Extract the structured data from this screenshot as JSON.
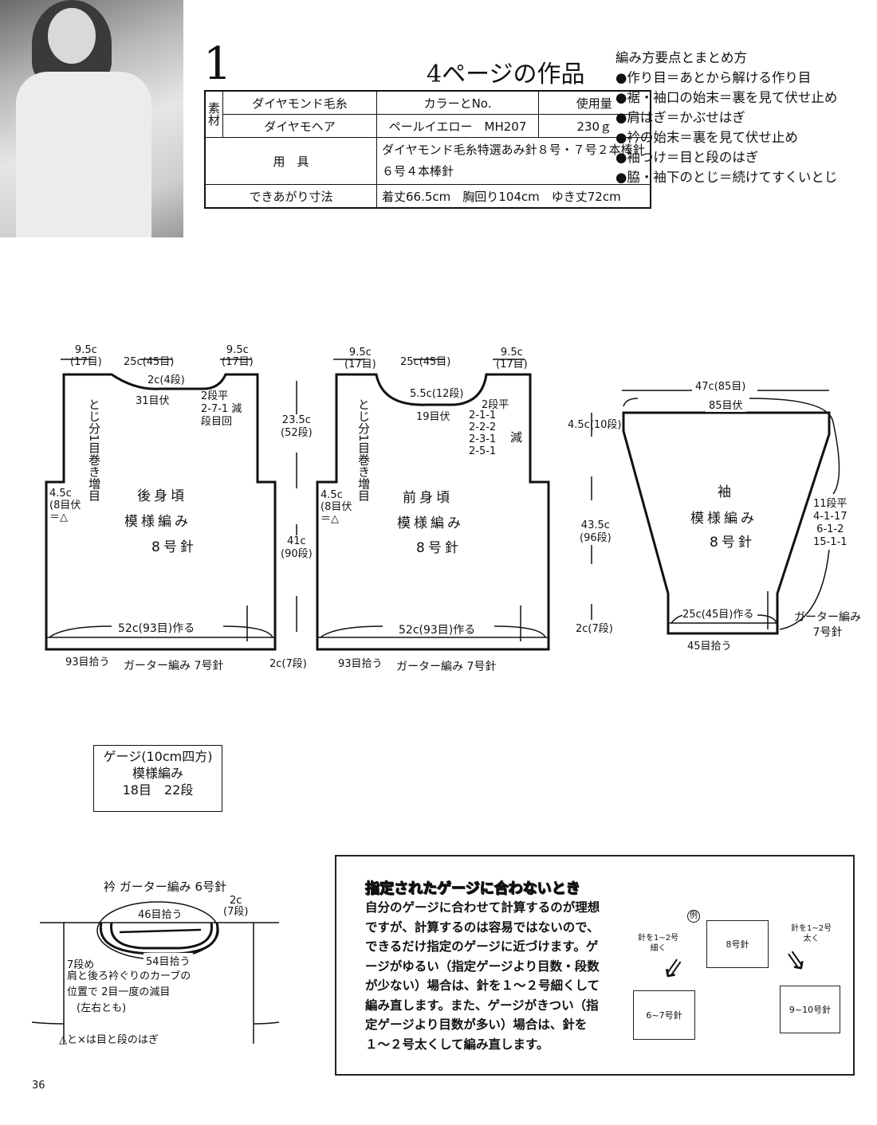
{
  "header": {
    "pattern_number": "1",
    "title": "4ページの作品"
  },
  "spec_table": {
    "material_label": "素材",
    "yarn_brand": "ダイヤモンド毛糸",
    "color_header": "カラーとNo.",
    "amount_header": "使用量",
    "yarn_name": "ダイヤモヘア",
    "color_value": "ペールイエロー　MH207",
    "amount_value": "230ｇ",
    "tools_label": "用　具",
    "tools_line1": "ダイヤモンド毛糸特選あみ針８号・７号２本棒針",
    "tools_line2": "６号４本棒針",
    "size_label": "できあがり寸法",
    "size_value": "着丈66.5cm　胸回り104cm　ゆき丈72cm"
  },
  "tips": {
    "heading": "編み方要点とまとめ方",
    "items": [
      "●作り目＝あとから解ける作り目",
      "●裾・袖口の始末＝裏を見て伏せ止め",
      "●肩はぎ＝かぶせはぎ",
      "●衿の始末＝裏を見て伏せ止め",
      "●袖つけ＝目と段のはぎ",
      "●脇・袖下のとじ＝続けてすくいとじ"
    ]
  },
  "back": {
    "shoulder_l": "9.5c",
    "shoulder_l_st": "(17目)",
    "neck_w": "25c(45目)",
    "shoulder_r": "9.5c",
    "shoulder_r_st": "(17目)",
    "neck_depth": "2c(4段)",
    "neck_bindoff": "31目伏",
    "neck_dec1": "2段平",
    "neck_dec2": "2-7-1 減",
    "neck_dec3": "段目回",
    "side_note": "とじ分1目巻き増目",
    "armhole1": "4.5c",
    "armhole2": "(8目伏",
    "armhole3": "＝△",
    "name": "後身頃",
    "stitch": "模様編み",
    "needle": "8号針",
    "cast_on": "52c(93目)作る",
    "pickup": "93目拾う",
    "band": "ガーター編み 7号針"
  },
  "center_dims": {
    "upper": "23.5c",
    "upper_rows": "(52段)",
    "lower": "41c",
    "lower_rows": "(90段)",
    "band": "2c(7段)"
  },
  "front": {
    "shoulder_l": "9.5c",
    "shoulder_l_st": "(17目)",
    "neck_w": "25c(45目)",
    "shoulder_r": "9.5c",
    "shoulder_r_st": "(17目)",
    "neck_depth": "5.5c(12段)",
    "neck_bindoff": "19目伏",
    "neck_dec_head": "2段平",
    "neck_decs": [
      "2-1-1",
      "2-2-2",
      "2-3-1",
      "2-5-1"
    ],
    "neck_dec_label": "減",
    "side_note": "とじ分1目巻き増目",
    "armhole1": "4.5c",
    "armhole2": "(8目伏",
    "armhole3": "＝△",
    "name": "前身頃",
    "stitch": "模様編み",
    "needle": "8号針",
    "cast_on": "52c(93目)作る",
    "pickup": "93目拾う",
    "band": "ガーター編み 7号針"
  },
  "sleeve": {
    "top_w": "47c(85目)",
    "top_bindoff": "85目伏",
    "cap": "4.5c(10段)",
    "length": "43.5c",
    "length_rows": "(96段)",
    "band_h": "2c(7段)",
    "name": "袖",
    "stitch": "模様編み",
    "needle": "8号針",
    "inc_head": "11段平",
    "incs": [
      "4-1-17",
      "6-1-2",
      "15-1-1"
    ],
    "cast_on": "25c(45目)作る",
    "pickup": "45目拾う",
    "band1": "ガーター編み",
    "band2": "7号針"
  },
  "gauge": {
    "title": "ゲージ(10cm四方)",
    "stitch": "模様編み",
    "value": "18目　22段"
  },
  "collar": {
    "title": "衿 ガーター編み 6号針",
    "pickup_back": "46目拾う",
    "height": "2c",
    "height_rows": "(7段)",
    "pickup_front": "54目拾う",
    "row_note": "7段め",
    "note1": "肩と後ろ衿ぐりのカーブの",
    "note2": "位置で 2目一度の減目",
    "note3": "(左右とも)",
    "join_note": "△と×は目と段のはぎ"
  },
  "notice": {
    "title": "指定されたゲージに合わないとき",
    "body": "自分のゲージに合わせて計算するのが理想ですが、計算するのは容易ではないので、できるだけ指定のゲージに近づけます。ゲージがゆるい（指定ゲージより目数・段数が少ない）場合は、針を１〜２号細くして編み直します。また、ゲージがきつい（指定ゲージより目数が多い）場合は、針を１〜２号太くして編み直します。",
    "example": "例",
    "thinner1": "針を1~2号",
    "thinner2": "細く",
    "thicker1": "針を1~2号",
    "thicker2": "太く",
    "base": "8号針",
    "small": "6~7号針",
    "large": "9~10号針"
  },
  "page_number": "36"
}
